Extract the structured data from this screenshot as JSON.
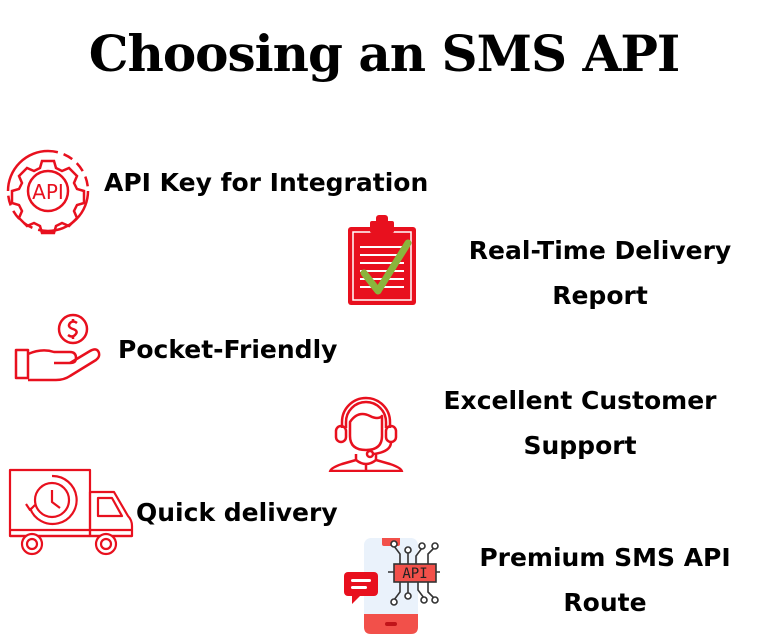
{
  "title": "Choosing an SMS API",
  "colors": {
    "accent": "#E8101E",
    "check": "#8AB43C",
    "phone_bg": "#EAF2FB",
    "text": "#000000",
    "background": "#FFFFFF"
  },
  "features": [
    {
      "icon": "api-gear-icon",
      "line1": "API Key for Integration",
      "line2": ""
    },
    {
      "icon": "clipboard-check-icon",
      "line1": "Real-Time Delivery",
      "line2": "Report"
    },
    {
      "icon": "hand-dollar-icon",
      "line1": "Pocket-Friendly",
      "line2": ""
    },
    {
      "icon": "headset-agent-icon",
      "line1": "Excellent Customer",
      "line2": "Support"
    },
    {
      "icon": "delivery-truck-clock-icon",
      "line1": "Quick delivery",
      "line2": ""
    },
    {
      "icon": "phone-api-message-icon",
      "line1": "Premium SMS API",
      "line2": "Route",
      "api_text": "API"
    }
  ]
}
